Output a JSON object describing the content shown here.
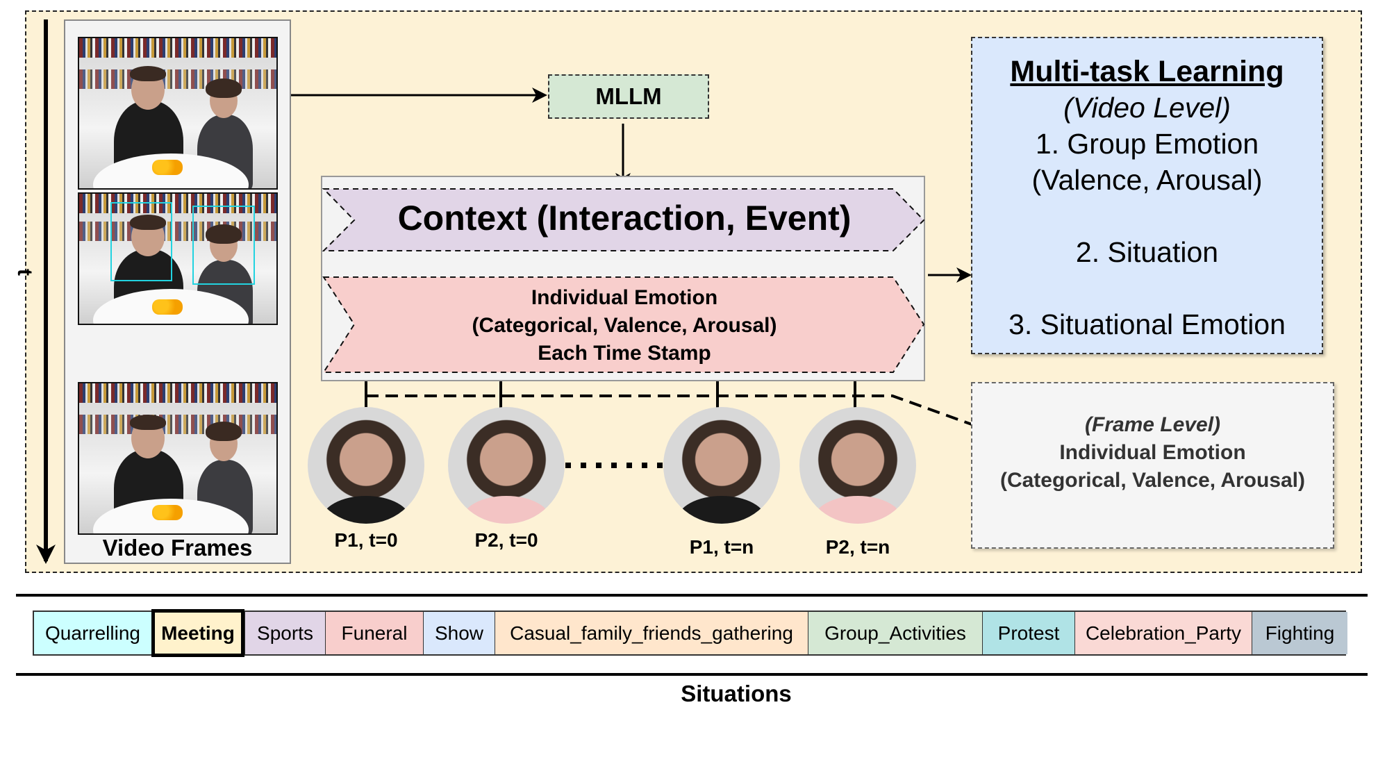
{
  "time_axis": {
    "label": "t"
  },
  "video_frames": {
    "label": "Video Frames"
  },
  "mllm": {
    "label": "MLLM"
  },
  "context": {
    "title": "Context (Interaction, Event)",
    "individual": {
      "line1": "Individual Emotion",
      "line2": "(Categorical, Valence, Arousal)",
      "line3": "Each Time Stamp"
    }
  },
  "persons": [
    {
      "label": "P1, t=0"
    },
    {
      "label": "P2, t=0"
    },
    {
      "label": "P1, t=n"
    },
    {
      "label": "P2, t=n"
    }
  ],
  "multitask": {
    "title": "Multi-task Learning",
    "subtitle": "(Video Level)",
    "item1_line1": "1. Group Emotion",
    "item1_line2": "(Valence, Arousal)",
    "item2": "2. Situation",
    "item3": "3. Situational Emotion"
  },
  "frame_level": {
    "line1": "(Frame Level)",
    "line2": "Individual Emotion",
    "line3": "(Categorical, Valence, Arousal)"
  },
  "situations": {
    "caption": "Situations",
    "items": [
      {
        "label": "Quarrelling",
        "color": "#ccffff"
      },
      {
        "label": "Meeting",
        "color": "#fff2cc",
        "highlighted": true
      },
      {
        "label": "Sports",
        "color": "#e1d5e7"
      },
      {
        "label": "Funeral",
        "color": "#f8cecc"
      },
      {
        "label": "Show",
        "color": "#dae8fc"
      },
      {
        "label": "Casual_family_friends_gathering",
        "color": "#ffe6cc"
      },
      {
        "label": "Group_Activities",
        "color": "#d5e8d4"
      },
      {
        "label": "Protest",
        "color": "#b0e3e6"
      },
      {
        "label": "Celebration_Party",
        "color": "#fad9d5"
      },
      {
        "label": "Fighting",
        "color": "#bac8d3"
      }
    ]
  }
}
